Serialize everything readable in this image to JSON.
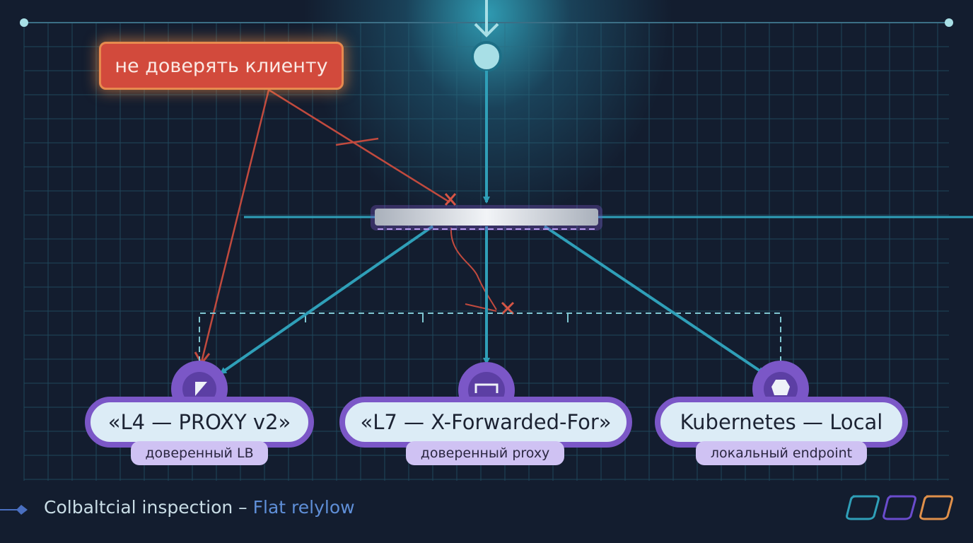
{
  "warning": {
    "label": "не доверять клиенту"
  },
  "nodes": [
    {
      "title": "«L4 — PROXY v2»",
      "subtitle": "доверенный LB"
    },
    {
      "title": "«L7 — X-Forwarded-For»",
      "subtitle": "доверенный proxy"
    },
    {
      "title": "Kubernetes — Local",
      "subtitle": "локальный endpoint"
    }
  ],
  "footer": {
    "text": "Colbaltcial inspection – ",
    "accent": "Flat relylow"
  },
  "icons": [
    "triangle-icon",
    "bracket-icon",
    "hexagon-icon",
    "outline-square-icon"
  ],
  "colors": {
    "background": "#131d2f",
    "teal": "#2f9fb8",
    "purple": "#7b57c7",
    "red": "#d24a3c",
    "orange": "#e0904a"
  }
}
